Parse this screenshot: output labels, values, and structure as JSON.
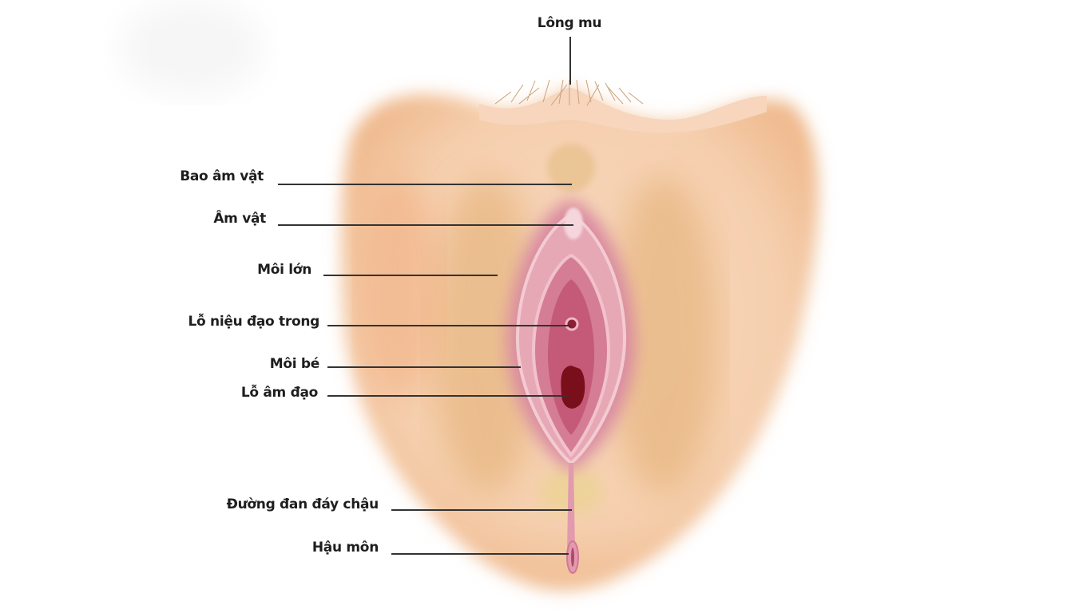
{
  "diagram": {
    "labels": {
      "pubic_hair": "Lông mu",
      "clitoral_hood": "Bao âm vật",
      "clitoris": "Âm vật",
      "labia_majora": "Môi lớn",
      "urethral_opening": "Lỗ niệu đạo trong",
      "labia_minora": "Môi bé",
      "vaginal_opening": "Lỗ âm đạo",
      "perineum": "Đường đan đáy chậu",
      "anus": "Hậu môn"
    },
    "colors": {
      "skin": "#f6d2b4",
      "skin_shadow": "#e8b27a",
      "tissue": "#d98aa0",
      "tissue_dark": "#b04a6a",
      "opening": "#7a0f1c"
    }
  }
}
